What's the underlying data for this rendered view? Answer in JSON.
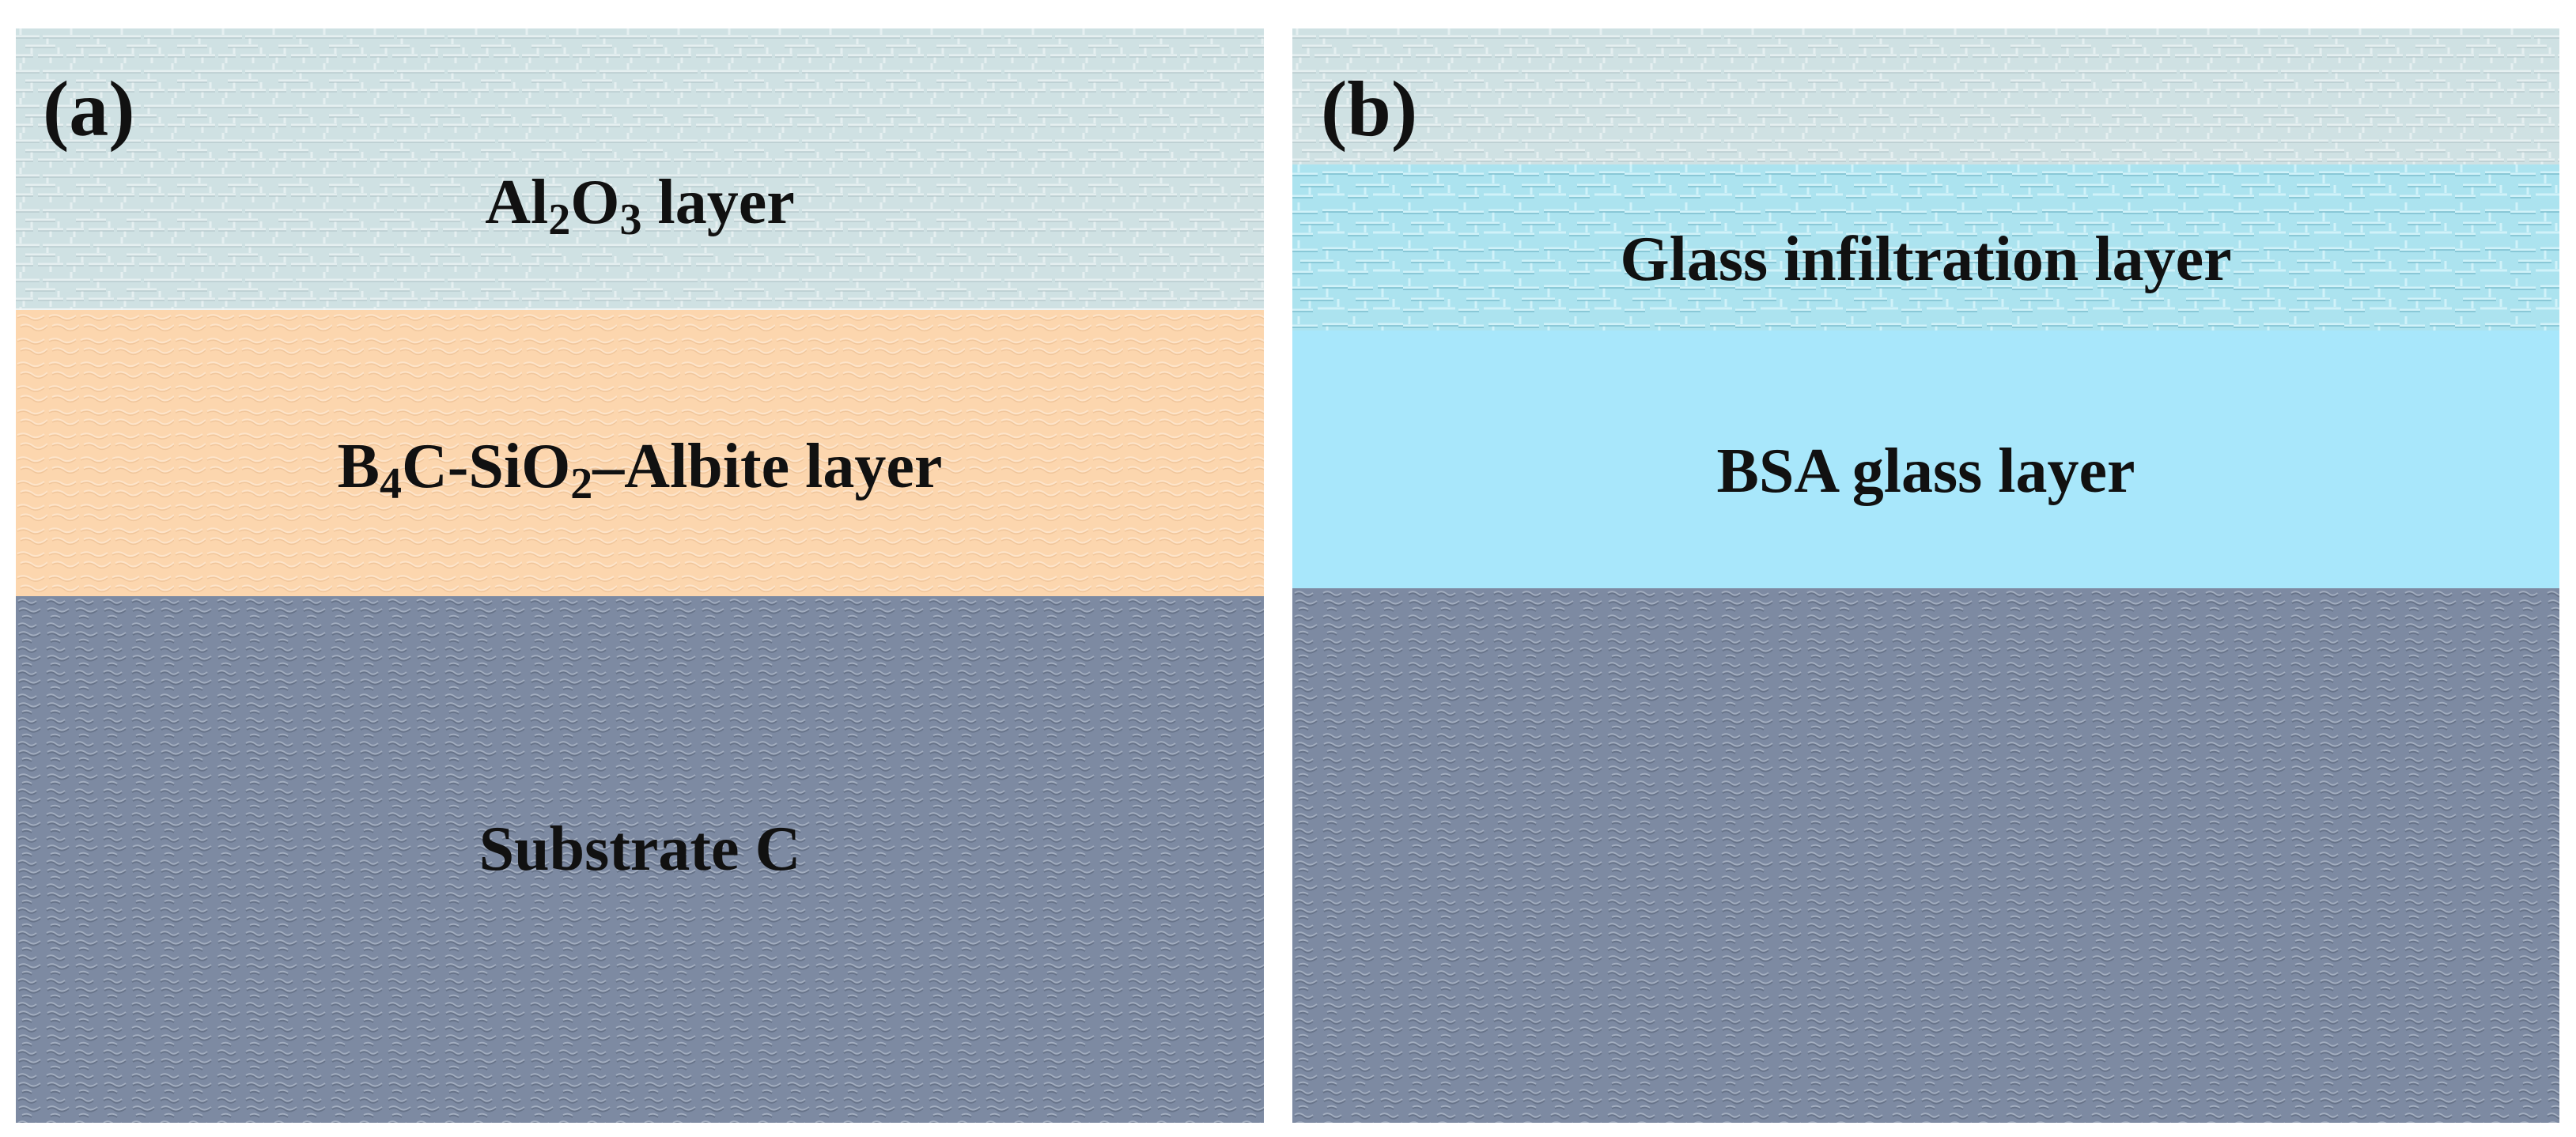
{
  "panel_a": {
    "letter": "(a)",
    "layers": {
      "top": {
        "name": "Al",
        "sub1": "2",
        "mid": "O",
        "sub2": "3",
        "rest": " layer"
      },
      "middle": {
        "p1": "B",
        "s1": "4",
        "p2": "C-SiO",
        "s2": "2",
        "p3": "–Albite layer"
      },
      "bottom": "Substrate C"
    }
  },
  "panel_b": {
    "letter": "(b)",
    "layers": {
      "infiltration": "Glass infiltration layer",
      "bsa": "BSA glass layer"
    }
  },
  "colors": {
    "al2o3": "#cfe1e3",
    "b4c_albite": "#fcd6ae",
    "substrate": "#7d8aa2",
    "glass_infiltration": "#ace3ef",
    "bsa_glass": "#a8e7fb",
    "text": "#111111"
  }
}
